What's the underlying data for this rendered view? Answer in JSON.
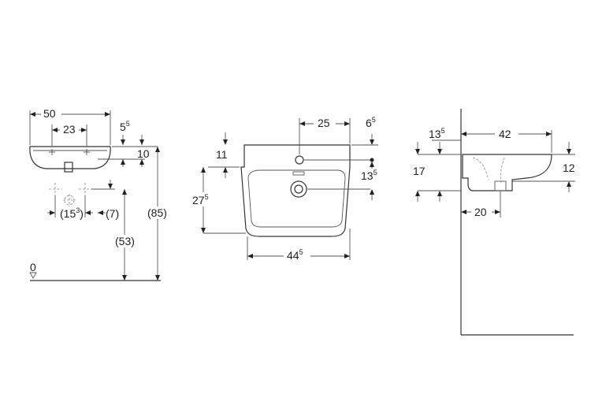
{
  "front_view": {
    "dim_width": "50",
    "dim_tap_spacing": "23",
    "dim_rim_base": "5",
    "dim_rim_sup": "5",
    "dim_bowl_height": "10",
    "dim_fix_spacing_base": "(15",
    "dim_fix_spacing_sup": "3",
    "dim_fix_spacing_close": ")",
    "dim_fix_offset": "(7)",
    "dim_fix_height": "(53)",
    "dim_total_height": "(85)",
    "floor_label": "0"
  },
  "top_view": {
    "dim_tap_offset": "25",
    "dim_back_base": "6",
    "dim_back_sup": "5",
    "dim_rear_depth": "11",
    "dim_overflow_base": "13",
    "dim_overflow_sup": "5",
    "dim_depth_base": "27",
    "dim_depth_sup": "5",
    "dim_inner_width_base": "44",
    "dim_inner_width_sup": "5"
  },
  "side_view": {
    "dim_rim_base": "13",
    "dim_rim_sup": "5",
    "dim_projection": "42",
    "dim_left_height": "17",
    "dim_right_height": "12",
    "dim_waste_offset": "20"
  }
}
